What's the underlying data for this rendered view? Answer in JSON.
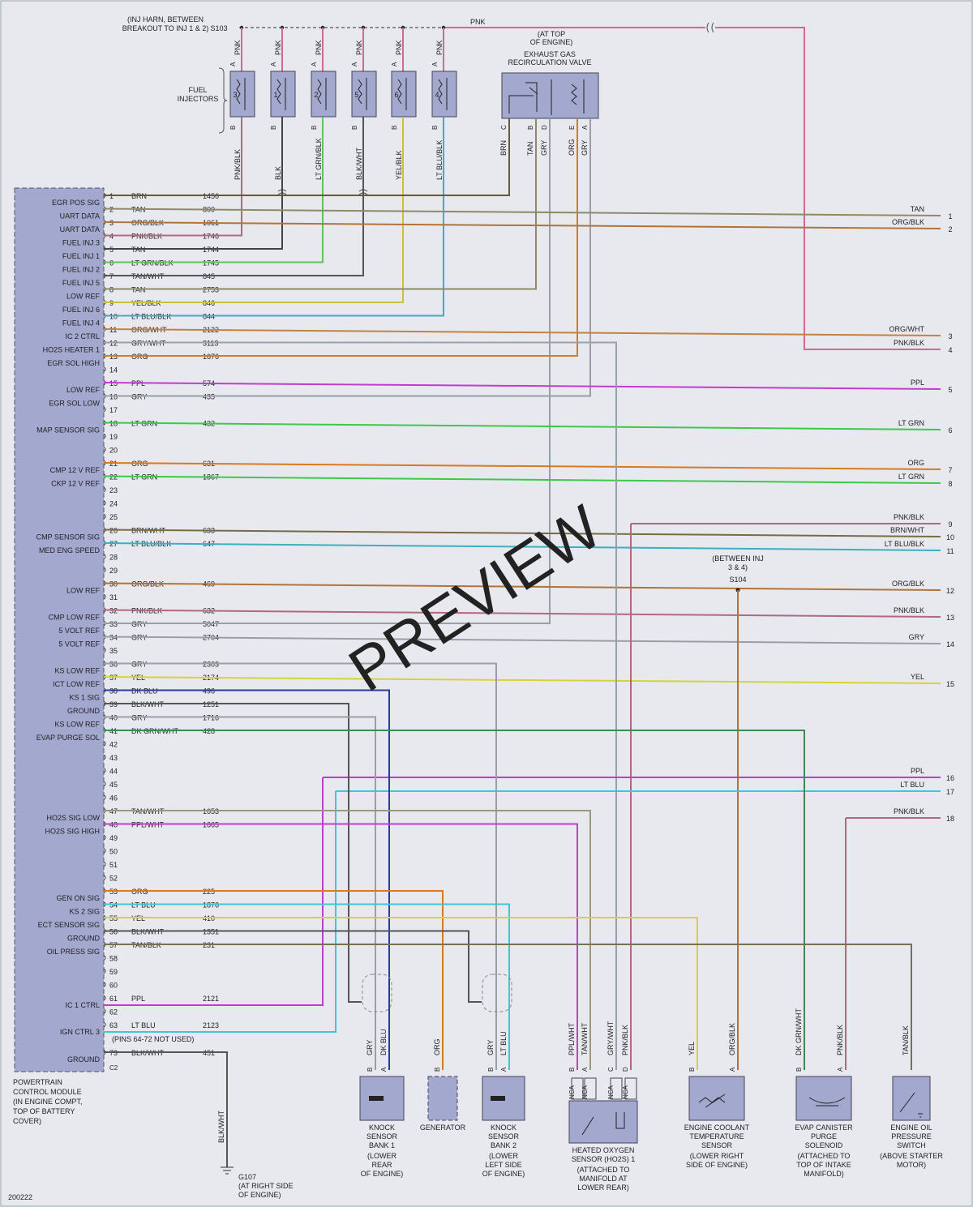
{
  "diagram_code": "200222",
  "watermark": "PREVIEW",
  "pcm": {
    "title_lines": [
      "POWERTRAIN",
      "CONTROL MODULE",
      "(IN ENGINE COMPT,",
      "TOP OF BATTERY",
      "COVER)"
    ],
    "connector": "C2"
  },
  "s103": {
    "id": "S103",
    "desc_lines": [
      "(INJ HARN, BETWEEN",
      "BREAKOUT TO INJ 1 & 2)"
    ]
  },
  "s104": {
    "id": "S104",
    "desc_lines": [
      "(BETWEEN INJ",
      "3 & 4)"
    ]
  },
  "top_wire": {
    "color": "PNK",
    "note_lines": [
      "(AT TOP",
      "OF ENGINE)"
    ]
  },
  "fuel_injectors_label": [
    "FUEL",
    "INJECTORS"
  ],
  "injectors": [
    {
      "num": "3",
      "top_color": "PNK",
      "bottom_color": "PNK/BLK",
      "pin_a": "A",
      "pin_b": "B"
    },
    {
      "num": "1",
      "top_color": "PNK",
      "bottom_color": "BLK",
      "pin_a": "A",
      "pin_b": "B"
    },
    {
      "num": "2",
      "top_color": "PNK",
      "bottom_color": "LT GRN/BLK",
      "pin_a": "A",
      "pin_b": "B"
    },
    {
      "num": "5",
      "top_color": "PNK",
      "bottom_color": "BLK/WHT",
      "pin_a": "A",
      "pin_b": "B"
    },
    {
      "num": "6",
      "top_color": "PNK",
      "bottom_color": "YEL/BLK",
      "pin_a": "A",
      "pin_b": "B"
    },
    {
      "num": "4",
      "top_color": "PNK",
      "bottom_color": "LT BLU/BLK",
      "pin_a": "A",
      "pin_b": "B"
    }
  ],
  "egr_valve": {
    "title_lines": [
      "EXHAUST GAS",
      "RECIRCULATION VALVE"
    ],
    "pins": [
      {
        "pin": "C",
        "color": "BRN"
      },
      {
        "pin": "B",
        "color": "TAN"
      },
      {
        "pin": "D",
        "color": "GRY"
      },
      {
        "pin": "E",
        "color": "ORG"
      },
      {
        "pin": "A",
        "color": "GRY"
      }
    ]
  },
  "pcm_pins": [
    {
      "n": "1",
      "label": "EGR POS SIG",
      "color": "BRN",
      "circuit": "1456"
    },
    {
      "n": "2",
      "label": "UART DATA",
      "color": "TAN",
      "circuit": "800"
    },
    {
      "n": "3",
      "label": "UART DATA",
      "color": "ORG/BLK",
      "circuit": "1061"
    },
    {
      "n": "4",
      "label": "FUEL INJ 3",
      "color": "PNK/BLK",
      "circuit": "1746"
    },
    {
      "n": "5",
      "label": "FUEL INJ 1",
      "color": "TAN",
      "circuit": "1744"
    },
    {
      "n": "6",
      "label": "FUEL INJ 2",
      "color": "LT GRN/BLK",
      "circuit": "1745"
    },
    {
      "n": "7",
      "label": "FUEL INJ 5",
      "color": "TAN/WHT",
      "circuit": "845"
    },
    {
      "n": "8",
      "label": "LOW REF",
      "color": "TAN",
      "circuit": "2753"
    },
    {
      "n": "9",
      "label": "FUEL INJ 6",
      "color": "YEL/BLK",
      "circuit": "846"
    },
    {
      "n": "10",
      "label": "FUEL INJ 4",
      "color": "LT BLU/BLK",
      "circuit": "844"
    },
    {
      "n": "11",
      "label": "IC 2 CTRL",
      "color": "ORG/WHT",
      "circuit": "2122"
    },
    {
      "n": "12",
      "label": "HO2S HEATER 1",
      "color": "GRY/WHT",
      "circuit": "3113"
    },
    {
      "n": "13",
      "label": "EGR SOL HIGH",
      "color": "ORG",
      "circuit": "1676"
    },
    {
      "n": "14",
      "label": "",
      "color": "",
      "circuit": ""
    },
    {
      "n": "15",
      "label": "LOW REF",
      "color": "PPL",
      "circuit": "574"
    },
    {
      "n": "16",
      "label": "EGR SOL LOW",
      "color": "GRY",
      "circuit": "435"
    },
    {
      "n": "17",
      "label": "",
      "color": "",
      "circuit": ""
    },
    {
      "n": "18",
      "label": "MAP SENSOR SIG",
      "color": "LT GRN",
      "circuit": "432"
    },
    {
      "n": "19",
      "label": "",
      "color": "",
      "circuit": ""
    },
    {
      "n": "20",
      "label": "",
      "color": "",
      "circuit": ""
    },
    {
      "n": "21",
      "label": "CMP 12 V REF",
      "color": "ORG",
      "circuit": "631"
    },
    {
      "n": "22",
      "label": "CKP 12 V REF",
      "color": "LT GRN",
      "circuit": "1867"
    },
    {
      "n": "23",
      "label": "",
      "color": "",
      "circuit": ""
    },
    {
      "n": "24",
      "label": "",
      "color": "",
      "circuit": ""
    },
    {
      "n": "25",
      "label": "",
      "color": "",
      "circuit": ""
    },
    {
      "n": "26",
      "label": "CMP SENSOR SIG",
      "color": "BRN/WHT",
      "circuit": "633"
    },
    {
      "n": "27",
      "label": "MED ENG SPEED",
      "color": "LT BLU/BLK",
      "circuit": "647"
    },
    {
      "n": "28",
      "label": "",
      "color": "",
      "circuit": ""
    },
    {
      "n": "29",
      "label": "",
      "color": "",
      "circuit": ""
    },
    {
      "n": "30",
      "label": "LOW REF",
      "color": "ORG/BLK",
      "circuit": "469"
    },
    {
      "n": "31",
      "label": "",
      "color": "",
      "circuit": ""
    },
    {
      "n": "32",
      "label": "CMP LOW REF",
      "color": "PNK/BLK",
      "circuit": "632"
    },
    {
      "n": "33",
      "label": "5 VOLT REF",
      "color": "GRY",
      "circuit": "5047"
    },
    {
      "n": "34",
      "label": "5 VOLT REF",
      "color": "GRY",
      "circuit": "2704"
    },
    {
      "n": "35",
      "label": "",
      "color": "",
      "circuit": ""
    },
    {
      "n": "36",
      "label": "KS LOW REF",
      "color": "GRY",
      "circuit": "2303"
    },
    {
      "n": "37",
      "label": "ICT LOW REF",
      "color": "YEL",
      "circuit": "2174"
    },
    {
      "n": "38",
      "label": "KS 1 SIG",
      "color": "DK BLU",
      "circuit": "496"
    },
    {
      "n": "39",
      "label": "GROUND",
      "color": "BLK/WHT",
      "circuit": "1251"
    },
    {
      "n": "40",
      "label": "KS LOW REF",
      "color": "GRY",
      "circuit": "1716"
    },
    {
      "n": "41",
      "label": "EVAP PURGE SOL",
      "color": "DK GRN/WHT",
      "circuit": "428"
    },
    {
      "n": "42",
      "label": "",
      "color": "",
      "circuit": ""
    },
    {
      "n": "43",
      "label": "",
      "color": "",
      "circuit": ""
    },
    {
      "n": "44",
      "label": "",
      "color": "",
      "circuit": ""
    },
    {
      "n": "45",
      "label": "",
      "color": "",
      "circuit": ""
    },
    {
      "n": "46",
      "label": "",
      "color": "",
      "circuit": ""
    },
    {
      "n": "47",
      "label": "HO2S SIG LOW",
      "color": "TAN/WHT",
      "circuit": "1653"
    },
    {
      "n": "48",
      "label": "HO2S SIG HIGH",
      "color": "PPL/WHT",
      "circuit": "1665"
    },
    {
      "n": "49",
      "label": "",
      "color": "",
      "circuit": ""
    },
    {
      "n": "50",
      "label": "",
      "color": "",
      "circuit": ""
    },
    {
      "n": "51",
      "label": "",
      "color": "",
      "circuit": ""
    },
    {
      "n": "52",
      "label": "",
      "color": "",
      "circuit": ""
    },
    {
      "n": "53",
      "label": "GEN ON SIG",
      "color": "ORG",
      "circuit": "225"
    },
    {
      "n": "54",
      "label": "KS 2 SIG",
      "color": "LT BLU",
      "circuit": "1876"
    },
    {
      "n": "55",
      "label": "ECT SENSOR SIG",
      "color": "YEL",
      "circuit": "410"
    },
    {
      "n": "56",
      "label": "GROUND",
      "color": "BLK/WHT",
      "circuit": "1351"
    },
    {
      "n": "57",
      "label": "OIL PRESS SIG",
      "color": "TAN/BLK",
      "circuit": "231"
    },
    {
      "n": "58",
      "label": "",
      "color": "",
      "circuit": ""
    },
    {
      "n": "59",
      "label": "",
      "color": "",
      "circuit": ""
    },
    {
      "n": "60",
      "label": "",
      "color": "",
      "circuit": ""
    },
    {
      "n": "61",
      "label": "IC 1 CTRL",
      "color": "PPL",
      "circuit": "2121"
    },
    {
      "n": "62",
      "label": "",
      "color": "",
      "circuit": ""
    },
    {
      "n": "63",
      "label": "IGN CTRL 3",
      "color": "LT BLU",
      "circuit": "2123"
    },
    {
      "n": "73",
      "label": "GROUND",
      "color": "BLK/WHT",
      "circuit": "451"
    }
  ],
  "pins_note": "(PINS 64-72 NOT USED)",
  "right_connectors": [
    {
      "n": "1",
      "color": "TAN"
    },
    {
      "n": "2",
      "color": "ORG/BLK"
    },
    {
      "n": "3",
      "color": "ORG/WHT"
    },
    {
      "n": "4",
      "color": "PNK/BLK"
    },
    {
      "n": "5",
      "color": "PPL"
    },
    {
      "n": "6",
      "color": "LT GRN"
    },
    {
      "n": "7",
      "color": "ORG"
    },
    {
      "n": "8",
      "color": "LT GRN"
    },
    {
      "n": "9",
      "color": "PNK/BLK"
    },
    {
      "n": "10",
      "color": "BRN/WHT"
    },
    {
      "n": "11",
      "color": "LT BLU/BLK"
    },
    {
      "n": "12",
      "color": "ORG/BLK"
    },
    {
      "n": "13",
      "color": "PNK/BLK"
    },
    {
      "n": "14",
      "color": "GRY"
    },
    {
      "n": "15",
      "color": "YEL"
    },
    {
      "n": "16",
      "color": "PPL"
    },
    {
      "n": "17",
      "color": "LT BLU"
    },
    {
      "n": "18",
      "color": "PNK/BLK"
    }
  ],
  "bottom_components": [
    {
      "id": "knock1",
      "name_lines": [
        "KNOCK",
        "SENSOR",
        "BANK 1"
      ],
      "loc_lines": [
        "(LOWER",
        "REAR",
        "OF ENGINE)"
      ],
      "pins": [
        {
          "pin": "B",
          "color": "GRY"
        },
        {
          "pin": "A",
          "color": "DK BLU"
        }
      ]
    },
    {
      "id": "generator",
      "name_lines": [
        "GENERATOR"
      ],
      "loc_lines": [],
      "pins": [
        {
          "pin": "B",
          "color": "ORG"
        }
      ]
    },
    {
      "id": "knock2",
      "name_lines": [
        "KNOCK",
        "SENSOR",
        "BANK 2"
      ],
      "loc_lines": [
        "(LOWER",
        "LEFT SIDE",
        "OF ENGINE)"
      ],
      "pins": [
        {
          "pin": "B",
          "color": "GRY"
        },
        {
          "pin": "A",
          "color": "LT BLU"
        }
      ]
    },
    {
      "id": "ho2s",
      "name_lines": [
        "HEATED OXYGEN",
        "SENSOR (HO2S) 1"
      ],
      "loc_lines": [
        "(ATTACHED TO",
        "MANIFOLD AT",
        "LOWER REAR)"
      ],
      "pins": [
        {
          "pin": "B",
          "color": "PPL/WHT"
        },
        {
          "pin": "A",
          "color": "TAN/WHT"
        },
        {
          "pin": "C",
          "color": "GRY/WHT"
        },
        {
          "pin": "D",
          "color": "PNK/BLK"
        }
      ],
      "nca": "NCA"
    },
    {
      "id": "ect",
      "name_lines": [
        "ENGINE COOLANT",
        "TEMPERATURE",
        "SENSOR"
      ],
      "loc_lines": [
        "(LOWER RIGHT",
        "SIDE OF ENGINE)"
      ],
      "pins": [
        {
          "pin": "B",
          "color": "YEL"
        },
        {
          "pin": "A",
          "color": "ORG/BLK"
        }
      ]
    },
    {
      "id": "evap",
      "name_lines": [
        "EVAP CANISTER",
        "PURGE",
        "SOLENOID"
      ],
      "loc_lines": [
        "(ATTACHED TO",
        "TOP OF INTAKE",
        "MANIFOLD)"
      ],
      "pins": [
        {
          "pin": "B",
          "color": "DK GRN/WHT"
        },
        {
          "pin": "A",
          "color": "PNK/BLK"
        }
      ]
    },
    {
      "id": "oilp",
      "name_lines": [
        "ENGINE OIL",
        "PRESSURE",
        "SWITCH"
      ],
      "loc_lines": [
        "(ABOVE STARTER",
        "MOTOR)"
      ],
      "pins": [
        {
          "pin": "",
          "color": "TAN/BLK"
        }
      ]
    }
  ],
  "ground": {
    "id": "G107",
    "color": "BLK/WHT",
    "loc_lines": [
      "(AT RIGHT SIDE",
      "OF ENGINE)"
    ]
  },
  "wire_colors": {
    "BRN": "#6b5a2e",
    "TAN": "#8f8a66",
    "ORG/BLK": "#b0743a",
    "PNK/BLK": "#b06a80",
    "LT GRN/BLK": "#5fc45a",
    "TAN/WHT": "#9c977a",
    "YEL/BLK": "#c9c23a",
    "LT BLU/BLK": "#3ab0c0",
    "ORG/WHT": "#c4823f",
    "GRY/WHT": "#9aa0a8",
    "ORG": "#d77a22",
    "PPL": "#c23bd0",
    "GRY": "#9a9fa6",
    "LT GRN": "#3cc84a",
    "BRN/WHT": "#7a6a44",
    "YEL": "#d6d33a",
    "DK BLU": "#2a3a9a",
    "BLK/WHT": "#555",
    "DK GRN/WHT": "#3e8a52",
    "PPL/WHT": "#c040c8",
    "LT BLU": "#3cc8d8",
    "TAN/BLK": "#7a7050",
    "PNK": "#d06a90",
    "BLK": "#444"
  }
}
